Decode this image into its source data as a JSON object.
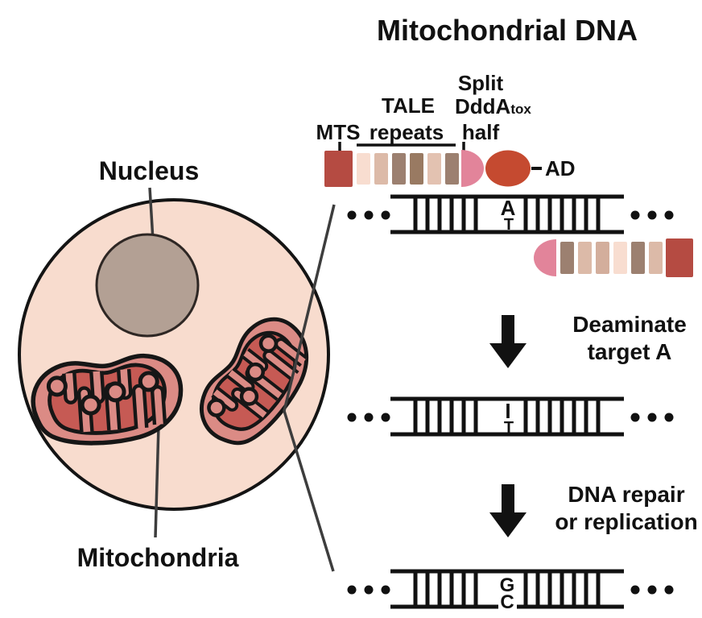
{
  "title": "Mitochondrial DNA",
  "cell": {
    "nucleus_label": "Nucleus",
    "mitochondria_label": "Mitochondria"
  },
  "construct": {
    "mts": "MTS",
    "tale_line1": "TALE",
    "tale_line2": "repeats",
    "split_line1": "Split",
    "split_ddda": "DddA",
    "split_tox": "tox",
    "split_line3": "half",
    "ad": "AD"
  },
  "steps": {
    "step1_line1": "Deaminate",
    "step1_line2": "target A",
    "step2_line1": "DNA repair",
    "step2_line2": "or replication"
  },
  "dna": {
    "before_top": "A",
    "before_bottom": "T",
    "mid_top": "I",
    "mid_bottom": "T",
    "after_top": "G",
    "after_bottom": "C"
  },
  "colors": {
    "edited_base": "#e8130b",
    "ink": "#111111",
    "mts": "#b54b42",
    "ddda_half": "#e2849a",
    "deaminase": "#c54a30",
    "tale_top": [
      "#f8ddd0",
      "#dcbaa8",
      "#9c8070",
      "#997a62",
      "#e3c2b1",
      "#9c8070"
    ],
    "tale_bottom": [
      "#9c8070",
      "#dcbaa8",
      "#d3ae9c",
      "#f8ddd0",
      "#9c8070",
      "#dcbaa8"
    ],
    "cell_fill": "#f8dcce",
    "nucleus_fill": "#b3a094",
    "mito_outer": "#db8b85",
    "mito_inner": "#c65a54"
  }
}
